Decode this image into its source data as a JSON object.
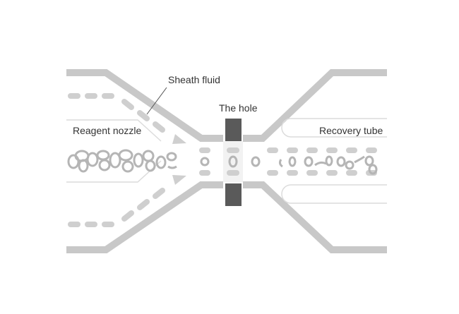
{
  "labels": {
    "sheath_fluid": "Sheath fluid",
    "the_hole": "The hole",
    "reagent_nozzle": "Reagent nozzle",
    "recovery_tube": "Recovery tube"
  },
  "colors": {
    "wall": "#c8c8c8",
    "tube_outline": "#dcdcdc",
    "dash": "#cfcfcf",
    "cell": "#b5b5b5",
    "plate": "#5a5a5a",
    "text": "#333333",
    "leader": "#555555"
  }
}
